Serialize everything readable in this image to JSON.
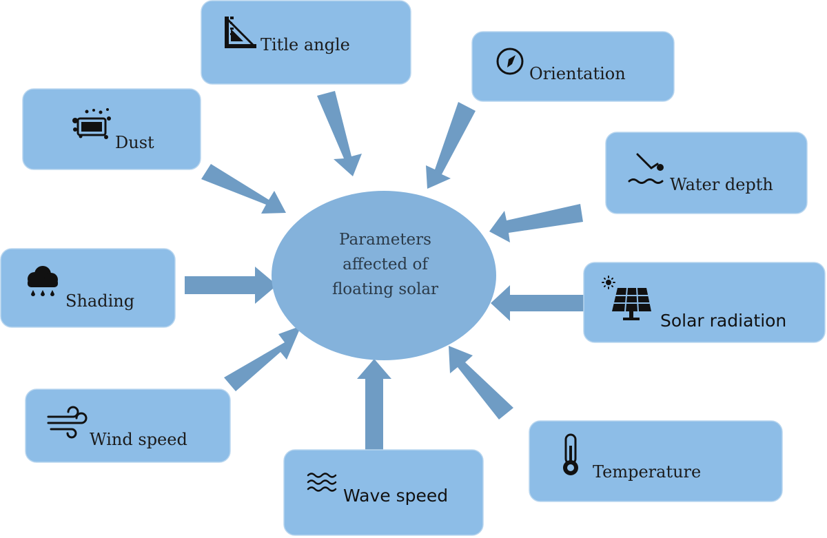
{
  "center": {
    "lines": [
      "Parameters",
      "affected of",
      "floating solar"
    ]
  },
  "parameters": [
    {
      "id": "tilt",
      "label": "Title angle",
      "icon": "set-square-icon"
    },
    {
      "id": "orientation",
      "label": "Orientation",
      "icon": "compass-icon"
    },
    {
      "id": "dust",
      "label": "Dust",
      "icon": "dusty-panel-icon"
    },
    {
      "id": "water",
      "label": "Water depth",
      "icon": "diver-icon"
    },
    {
      "id": "shading",
      "label": "Shading",
      "icon": "rain-cloud-icon"
    },
    {
      "id": "radiation",
      "label": "Solar radiation",
      "icon": "solar-panel-icon"
    },
    {
      "id": "wind",
      "label": "Wind speed",
      "icon": "wind-icon"
    },
    {
      "id": "wave",
      "label": "Wave speed",
      "icon": "waves-icon"
    },
    {
      "id": "temperature",
      "label": "Temperature",
      "icon": "thermometer-icon"
    }
  ],
  "colors": {
    "box": "#8dbde7",
    "arrow": "#6f9cc4",
    "center": "#84b2db",
    "text": "#1b1b1b"
  }
}
